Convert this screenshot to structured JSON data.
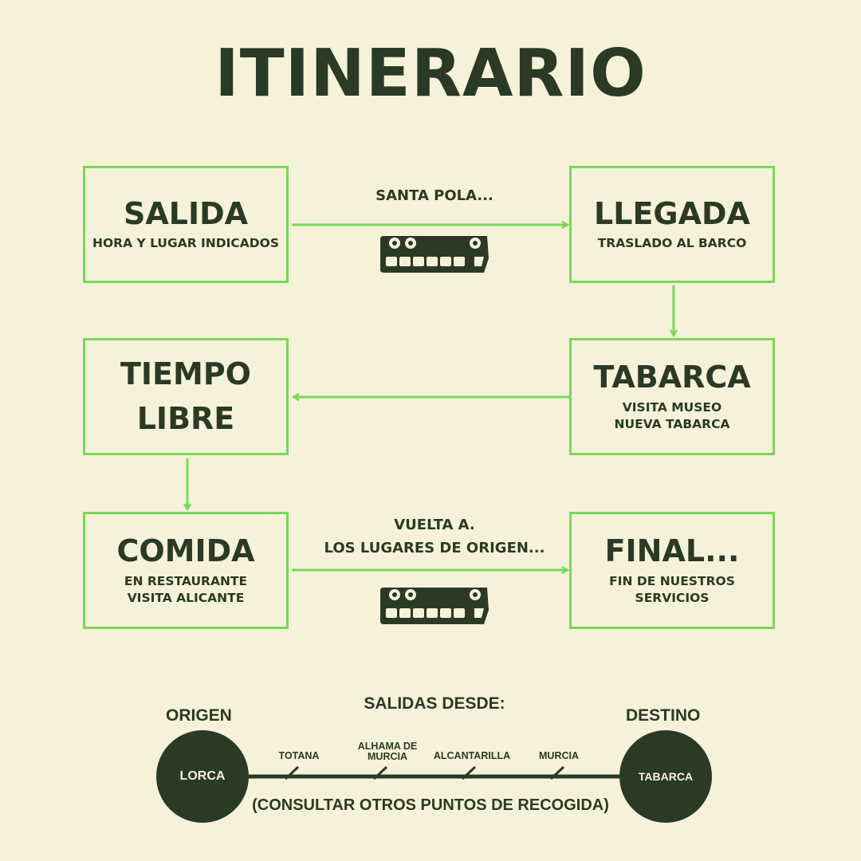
{
  "title": "ITINERARIO",
  "steps": {
    "salida": {
      "title": "SALIDA",
      "lines": [
        "HORA Y LUGAR INDICADOS"
      ]
    },
    "llegada": {
      "title": "LLEGADA",
      "lines": [
        "TRASLADO AL BARCO"
      ]
    },
    "tabarca": {
      "title": "TABARCA",
      "lines": [
        "VISITA MUSEO",
        "NUEVA TABARCA"
      ]
    },
    "tiempo_libre": {
      "title_lines": [
        "TIEMPO",
        "LIBRE"
      ]
    },
    "comida": {
      "title": "COMIDA",
      "lines": [
        "EN RESTAURANTE",
        "VISITA ALICANTE"
      ]
    },
    "final": {
      "title": "FINAL...",
      "lines": [
        "FIN DE NUESTROS SERVICIOS"
      ]
    }
  },
  "connectors": {
    "outbound_label": "SANTA POLA...",
    "return_label": [
      "VUELTA A.",
      "LOS LUGARES DE ORIGEN..."
    ]
  },
  "route": {
    "heading": "SALIDAS DESDE:",
    "origin_label": "ORIGEN",
    "destination_label": "DESTINO",
    "origin": "LORCA",
    "destination": "TABARCA",
    "stops": [
      "TOTANA",
      "ALHAMA DE MURCIA",
      "ALCANTARILLA",
      "MURCIA"
    ],
    "note": "(CONSULTAR OTROS PUNTOS DE RECOGIDA)"
  },
  "colors": {
    "background": "#f6f2da",
    "accent": "#79d857",
    "dark": "#2b3a24"
  },
  "icons": [
    "bus-icon"
  ]
}
